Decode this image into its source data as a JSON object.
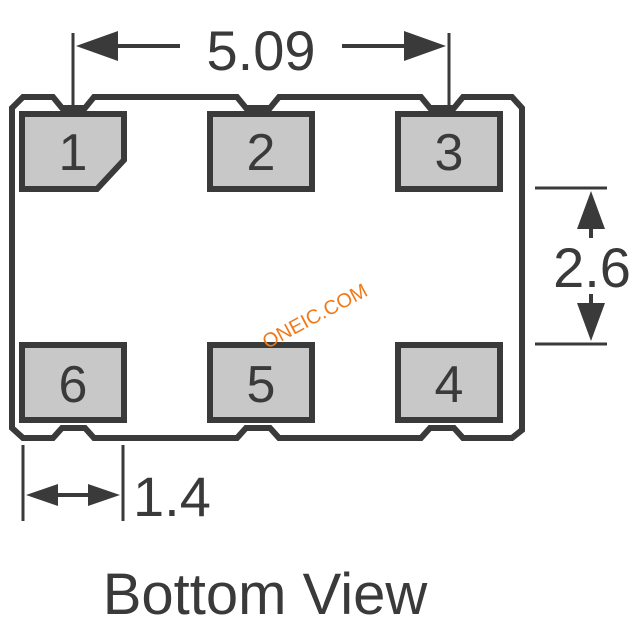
{
  "colors": {
    "outline": "#3a3a3a",
    "pad_fill": "#c8c8c8",
    "text": "#3a3a3a",
    "watermark": "#f07a1a",
    "background": "#ffffff"
  },
  "dimensions": {
    "width_label": "5.09",
    "height_label": "2.6",
    "pad_width_label": "1.4"
  },
  "pads": {
    "p1": "1",
    "p2": "2",
    "p3": "3",
    "p4": "4",
    "p5": "5",
    "p6": "6"
  },
  "caption": "Bottom View",
  "watermark": "ONEIC.COM"
}
